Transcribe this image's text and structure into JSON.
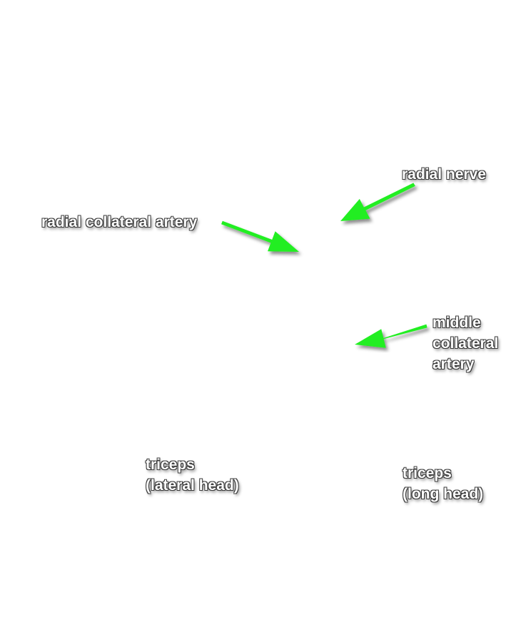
{
  "labels": {
    "radial_nerve": "radial nerve",
    "radial_collateral_artery": "radial collateral artery",
    "middle_collateral_artery": [
      "middle",
      "collateral",
      "artery"
    ],
    "triceps_lateral_head": [
      "triceps",
      "(lateral head)"
    ],
    "triceps_long_head": [
      "triceps",
      "(long head)"
    ]
  },
  "colors": {
    "background": "#ffffff",
    "arrow": "#22ee22",
    "label_text": "#ffffff",
    "label_outline": "#3a3a3a"
  }
}
